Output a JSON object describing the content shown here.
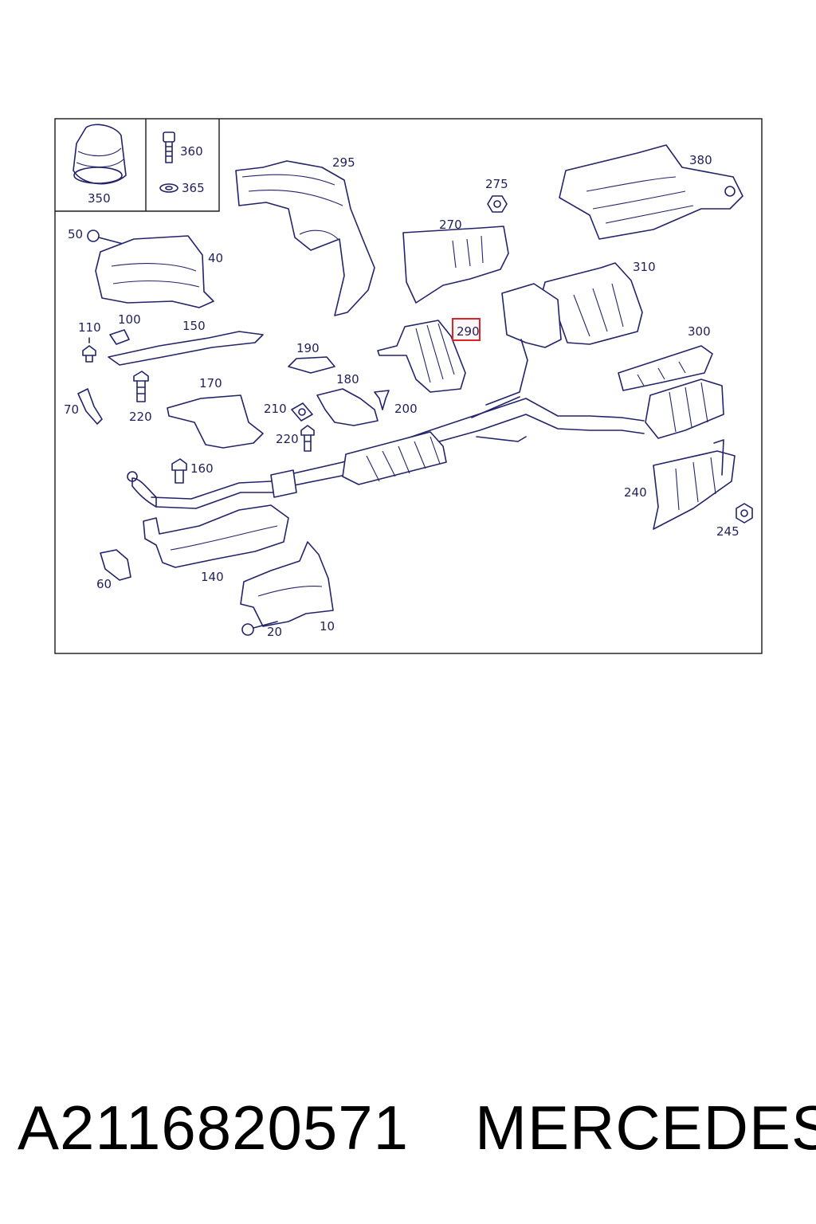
{
  "diagram": {
    "callouts": {
      "c350": "350",
      "c360": "360",
      "c365": "365",
      "c295": "295",
      "c275": "275",
      "c270": "270",
      "c380": "380",
      "c50": "50",
      "c40": "40",
      "c310": "310",
      "c290": "290",
      "c300": "300",
      "c110": "110",
      "c100": "100",
      "c150": "150",
      "c190": "190",
      "c180": "180",
      "c170": "170",
      "c70": "70",
      "c220a": "220",
      "c210": "210",
      "c200": "200",
      "c220b": "220",
      "c160": "160",
      "c240": "240",
      "c245": "245",
      "c60": "60",
      "c140": "140",
      "c20": "20",
      "c10": "10"
    },
    "highlighted_callout": "290",
    "highlight_color": "#e0232a",
    "line_color": "#23236a"
  },
  "footer": {
    "part_number": "A2116820571",
    "brand": "MERCEDES"
  }
}
